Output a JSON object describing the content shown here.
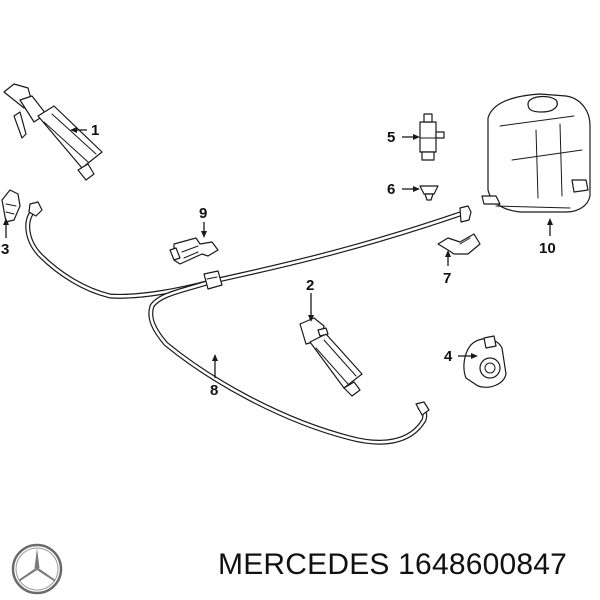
{
  "callouts": {
    "c1": "1",
    "c2": "2",
    "c3": "3",
    "c4": "4",
    "c5": "5",
    "c6": "6",
    "c7": "7",
    "c8": "8",
    "c9": "9",
    "c10": "10"
  },
  "footer": {
    "brand": "MERCEDES",
    "part_number": "1648600847",
    "logo_icon": "mercedes-star-icon"
  },
  "colors": {
    "line": "#1a1a1a",
    "background": "#ffffff"
  }
}
